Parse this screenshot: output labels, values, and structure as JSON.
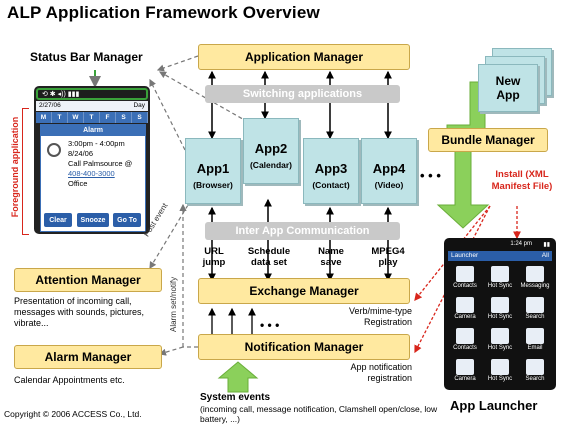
{
  "title": "ALP Application Framework Overview",
  "copyright": "Copyright © 2006 ACCESS Co., Ltd.",
  "status_bar_manager": "Status Bar Manager",
  "foreground_label": "Foreground application",
  "post_event": "Post event",
  "alarm_set_notify": "Alarm set/notify",
  "application_manager": "Application Manager",
  "switching_applications": "Switching applications",
  "inter_app_communication": "Inter App Communication",
  "exchange_manager": "Exchange Manager",
  "notification_manager": "Notification Manager",
  "attention_manager": "Attention Manager",
  "attention_desc": "Presentation of incoming call, messages with sounds, pictures, vibrate...",
  "alarm_manager": "Alarm Manager",
  "alarm_desc": "Calendar Appointments etc.",
  "bundle_manager": "Bundle Manager",
  "new_app": "New App",
  "install_label": "Install (XML Manifest File)",
  "app_launcher": "App Launcher",
  "ellipsis": "• • •",
  "apps": [
    {
      "name": "App1",
      "sub": "(Browser)"
    },
    {
      "name": "App2",
      "sub": "(Calendar)"
    },
    {
      "name": "App3",
      "sub": "(Contact)"
    },
    {
      "name": "App4",
      "sub": "(Video)"
    }
  ],
  "exchange_items": [
    {
      "l1": "URL",
      "l2": "jump"
    },
    {
      "l1": "Schedule",
      "l2": "data set"
    },
    {
      "l1": "Name",
      "l2": "save"
    },
    {
      "l1": "MPEG4",
      "l2": "play"
    }
  ],
  "verb_mime": "Verb/mime-type Registration",
  "app_notification": "App notification registration",
  "system_events": "System events",
  "system_events_desc": "(incoming call, message notification, Clamshell open/close, low battery, ...)",
  "alarm_screen": {
    "date": "2/27/06",
    "day": "Day",
    "week": [
      "M",
      "T",
      "W",
      "T",
      "F",
      "S",
      "S"
    ],
    "heading": "Alarm",
    "time": "3:00pm - 4:00pm",
    "event_date": "8/24/06",
    "line1": "Call Palmsource @",
    "phone": "408-400-3000",
    "place": "Office",
    "buttons": [
      "Clear",
      "Snooze",
      "Go To"
    ]
  },
  "launcher_screen": {
    "time": "1:24 pm",
    "header": "Launcher",
    "filter": "All",
    "tiles": [
      "Contacts",
      "Hot Sync",
      "Messaging",
      "Camera",
      "Hot Sync",
      "Search",
      "Contacts",
      "Hot Sync",
      "Email",
      "Camera",
      "Hot Sync",
      "Search"
    ]
  }
}
